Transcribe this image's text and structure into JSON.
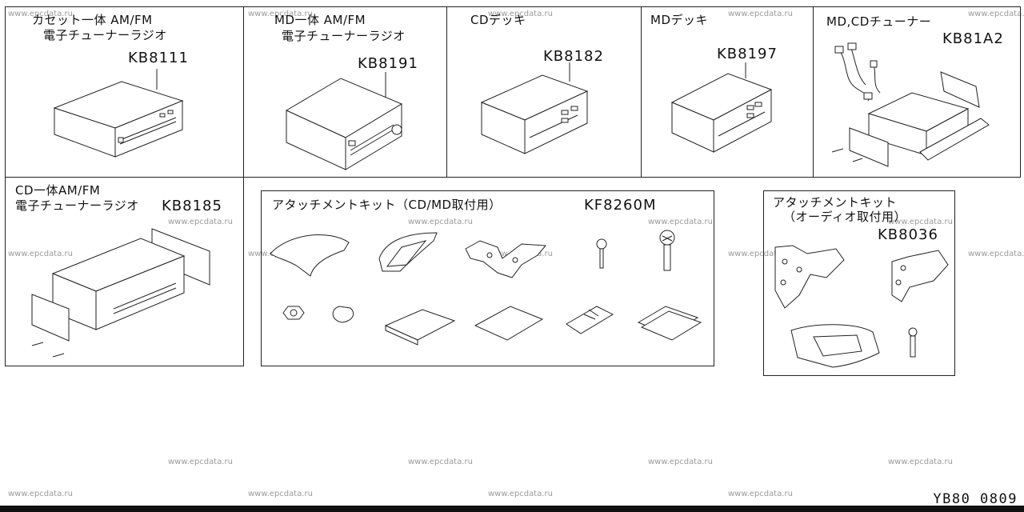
{
  "watermark": "www.epcdata.ru",
  "parts": [
    {
      "name_line1": "カセット一体 AM/FM",
      "name_line2": "電子チューナーラジオ",
      "code": "KB8111"
    },
    {
      "name_line1": "MD一体 AM/FM",
      "name_line2": "電子チューナーラジオ",
      "code": "KB8191"
    },
    {
      "name_line1": "CDデッキ",
      "name_line2": "",
      "code": "KB8182"
    },
    {
      "name_line1": "MDデッキ",
      "name_line2": "",
      "code": "KB8197"
    },
    {
      "name_line1": "MD,CDチューナー",
      "name_line2": "",
      "code": "KB81A2"
    },
    {
      "name_line1": "CD一体AM/FM",
      "name_line2": "電子チューナーラジオ",
      "code": "KB8185"
    },
    {
      "name_line1": "アタッチメントキット（CD/MD取付用）",
      "name_line2": "",
      "code": "KF8260M"
    },
    {
      "name_line1": "アタッチメントキット",
      "name_line2": "（オーディオ取付用）",
      "code": "KB8036"
    }
  ],
  "footer_code": "YB80 0809"
}
